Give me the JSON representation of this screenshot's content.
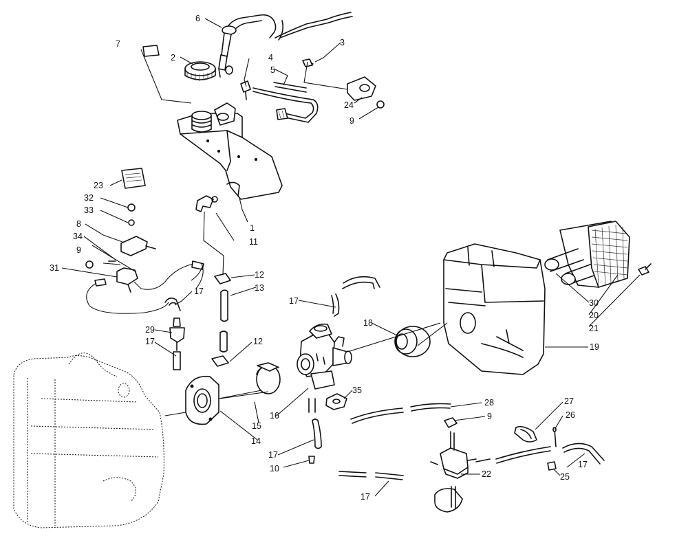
{
  "parts": [
    {
      "id": "p1",
      "label": "1"
    },
    {
      "id": "p2",
      "label": "2"
    },
    {
      "id": "p3",
      "label": "3"
    },
    {
      "id": "p4",
      "label": "4"
    },
    {
      "id": "p5",
      "label": "5"
    },
    {
      "id": "p6",
      "label": "6"
    },
    {
      "id": "p7",
      "label": "7"
    },
    {
      "id": "p8",
      "label": "8"
    },
    {
      "id": "p9a",
      "label": "9"
    },
    {
      "id": "p9b",
      "label": "9"
    },
    {
      "id": "p9c",
      "label": "9"
    },
    {
      "id": "p10",
      "label": "10"
    },
    {
      "id": "p11",
      "label": "11"
    },
    {
      "id": "p12a",
      "label": "12"
    },
    {
      "id": "p12b",
      "label": "12"
    },
    {
      "id": "p13",
      "label": "13"
    },
    {
      "id": "p14",
      "label": "14"
    },
    {
      "id": "p15",
      "label": "15"
    },
    {
      "id": "p16",
      "label": "16"
    },
    {
      "id": "p17a",
      "label": "17"
    },
    {
      "id": "p17b",
      "label": "17"
    },
    {
      "id": "p17c",
      "label": "17"
    },
    {
      "id": "p17d",
      "label": "17"
    },
    {
      "id": "p17e",
      "label": "17"
    },
    {
      "id": "p17f",
      "label": "17"
    },
    {
      "id": "p18",
      "label": "18"
    },
    {
      "id": "p19",
      "label": "19"
    },
    {
      "id": "p20",
      "label": "20"
    },
    {
      "id": "p21",
      "label": "21"
    },
    {
      "id": "p22",
      "label": "22"
    },
    {
      "id": "p23",
      "label": "23"
    },
    {
      "id": "p24",
      "label": "24"
    },
    {
      "id": "p25",
      "label": "25"
    },
    {
      "id": "p26",
      "label": "26"
    },
    {
      "id": "p27",
      "label": "27"
    },
    {
      "id": "p28",
      "label": "28"
    },
    {
      "id": "p29",
      "label": "29"
    },
    {
      "id": "p30",
      "label": "30"
    },
    {
      "id": "p31",
      "label": "31"
    },
    {
      "id": "p32",
      "label": "32"
    },
    {
      "id": "p33",
      "label": "33"
    },
    {
      "id": "p34",
      "label": "34"
    },
    {
      "id": "p35",
      "label": "35"
    }
  ]
}
